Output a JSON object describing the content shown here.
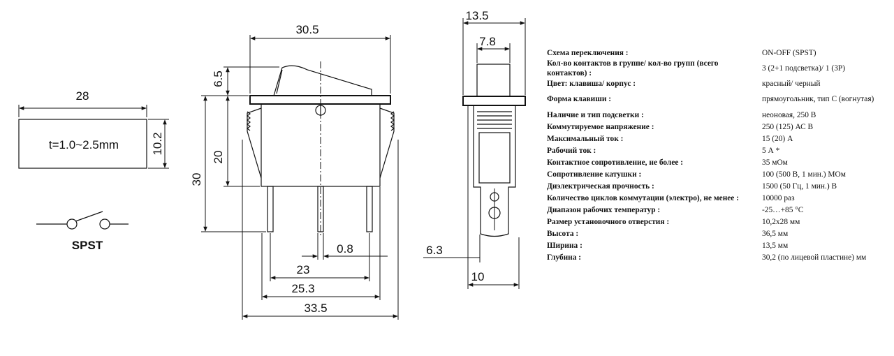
{
  "panel_cutout": {
    "width_label": "28",
    "height_label": "10.2",
    "thickness_label": "t=1.0~2.5mm"
  },
  "symbol": {
    "label": "SPST"
  },
  "front_view": {
    "top_width": "30.5",
    "rocker_height": "6.5",
    "body_height": "20",
    "total_height": "30",
    "terminal_width": "0.8",
    "pitch_23": "23",
    "span_25_3": "25.3",
    "overall_width": "33.5"
  },
  "side_view": {
    "overall_width": "13.5",
    "rocker_width": "7.8",
    "terminal_offset": "6.3",
    "terminal_width": "10"
  },
  "specs": [
    {
      "label": "Схема переключения :",
      "value": "ON-OFF (SPST)"
    },
    {
      "label": "Кол-во контактов в группе/ кол-во групп (всего контактов) :",
      "value": "3 (2+1 подсветка)/ 1 (3P)"
    },
    {
      "label": "Цвет: клавиша/ корпус :",
      "value": "красный/ черный"
    },
    {
      "label": "Форма клавиши :",
      "value": "прямоугольник, тип С (вогнутая)"
    },
    {
      "label": "Наличие и тип подсветки :",
      "value": "неоновая, 250 В"
    },
    {
      "label": "Коммутируемое напряжение :",
      "value": "250 (125) АС В"
    },
    {
      "label": "Максимальный ток :",
      "value": "15 (20) А"
    },
    {
      "label": "Рабочий ток :",
      "value": "5 А *"
    },
    {
      "label": "Контактное сопротивление, не более :",
      "value": "35 мОм"
    },
    {
      "label": "Сопротивление катушки :",
      "value": "100 (500 В, 1 мин.) МОм"
    },
    {
      "label": "Диэлектрическая прочность :",
      "value": "1500 (50 Гц, 1 мин.) В"
    },
    {
      "label": "Количество циклов коммутации (электро), не менее :",
      "value": "10000 раз"
    },
    {
      "label": "Диапазон рабочих температур :",
      "value": "-25…+85 °C"
    },
    {
      "label": "Размер установочного отверстия :",
      "value": "10,2х28 мм"
    },
    {
      "label": "Высота :",
      "value": "36,5 мм"
    },
    {
      "label": "Ширина :",
      "value": "13,5 мм"
    },
    {
      "label": "Глубина :",
      "value": "30,2 (по лицевой пластине) мм"
    }
  ]
}
